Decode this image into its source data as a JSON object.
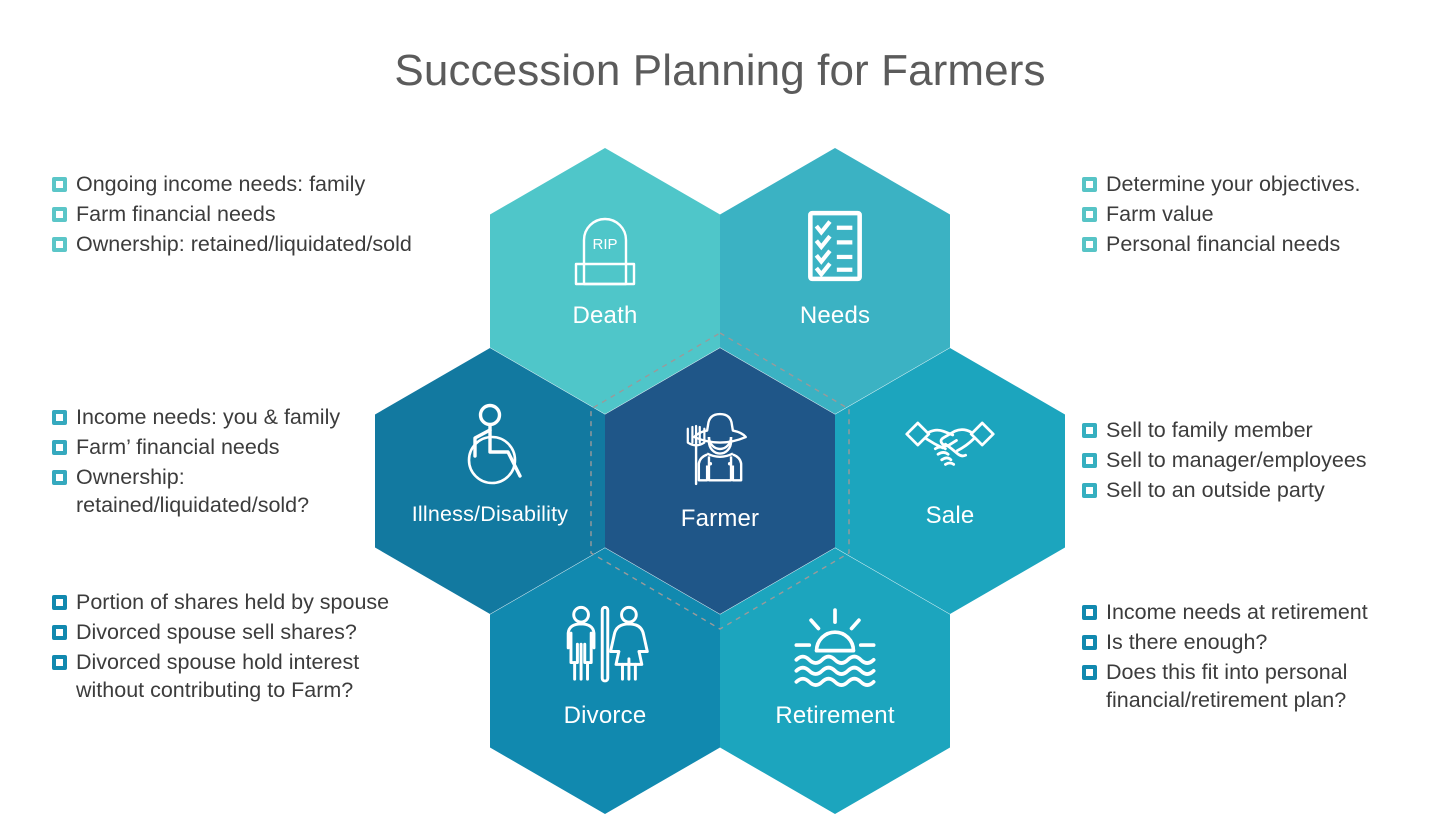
{
  "title": "Succession Planning for Farmers",
  "colors": {
    "death": "#4FC6C9",
    "needs": "#3BB2C3",
    "sale": "#1CA5BE",
    "retirement": "#1CA5BE",
    "divorce": "#1189AF",
    "illness": "#1279A0",
    "farmer": "#1F5688",
    "title_text": "#5b5b5b",
    "body_text": "#3c3c3c",
    "dashed_ring": "#9a9a9a"
  },
  "hexagons": [
    {
      "key": "death",
      "label": "Death",
      "icon": "tombstone-icon",
      "icon_text": "RIP",
      "color": "#4FC6C9"
    },
    {
      "key": "needs",
      "label": "Needs",
      "icon": "checklist-icon",
      "color": "#3BB2C3"
    },
    {
      "key": "illness",
      "label": "Illness/Disability",
      "icon": "wheelchair-icon",
      "color": "#1279A0"
    },
    {
      "key": "farmer",
      "label": "Farmer",
      "icon": "farmer-icon",
      "color": "#1F5688"
    },
    {
      "key": "sale",
      "label": "Sale",
      "icon": "handshake-icon",
      "color": "#1CA5BE"
    },
    {
      "key": "divorce",
      "label": "Divorce",
      "icon": "couple-split-icon",
      "color": "#1189AF"
    },
    {
      "key": "retirement",
      "label": "Retirement",
      "icon": "sunset-waves-icon",
      "color": "#1CA5BE"
    }
  ],
  "blocks": {
    "death": {
      "bullet_color": "#5BC6C8",
      "items": [
        "Ongoing income needs: family",
        "Farm financial needs",
        "Ownership: retained/liquidated/sold"
      ]
    },
    "illness": {
      "bullet_color": "#35A9BE",
      "items": [
        "Income needs: you & family",
        "Farm’ financial needs",
        "Ownership:\nretained/liquidated/sold?"
      ]
    },
    "divorce": {
      "bullet_color": "#1189AF",
      "items": [
        "Portion of shares held by spouse",
        "Divorced spouse sell shares?",
        "Divorced spouse hold interest\nwithout contributing to Farm?"
      ]
    },
    "needs": {
      "bullet_color": "#57C4C6",
      "items": [
        "Determine your objectives.",
        "Farm value",
        "Personal financial needs"
      ]
    },
    "sale": {
      "bullet_color": "#35AFC0",
      "items": [
        "Sell to family member",
        "Sell to manager/employees",
        "Sell to an outside party"
      ]
    },
    "retirement": {
      "bullet_color": "#1189AF",
      "items": [
        "Income needs at retirement",
        "Is there enough?",
        "Does this fit into personal\nfinancial/retirement plan?"
      ]
    }
  }
}
